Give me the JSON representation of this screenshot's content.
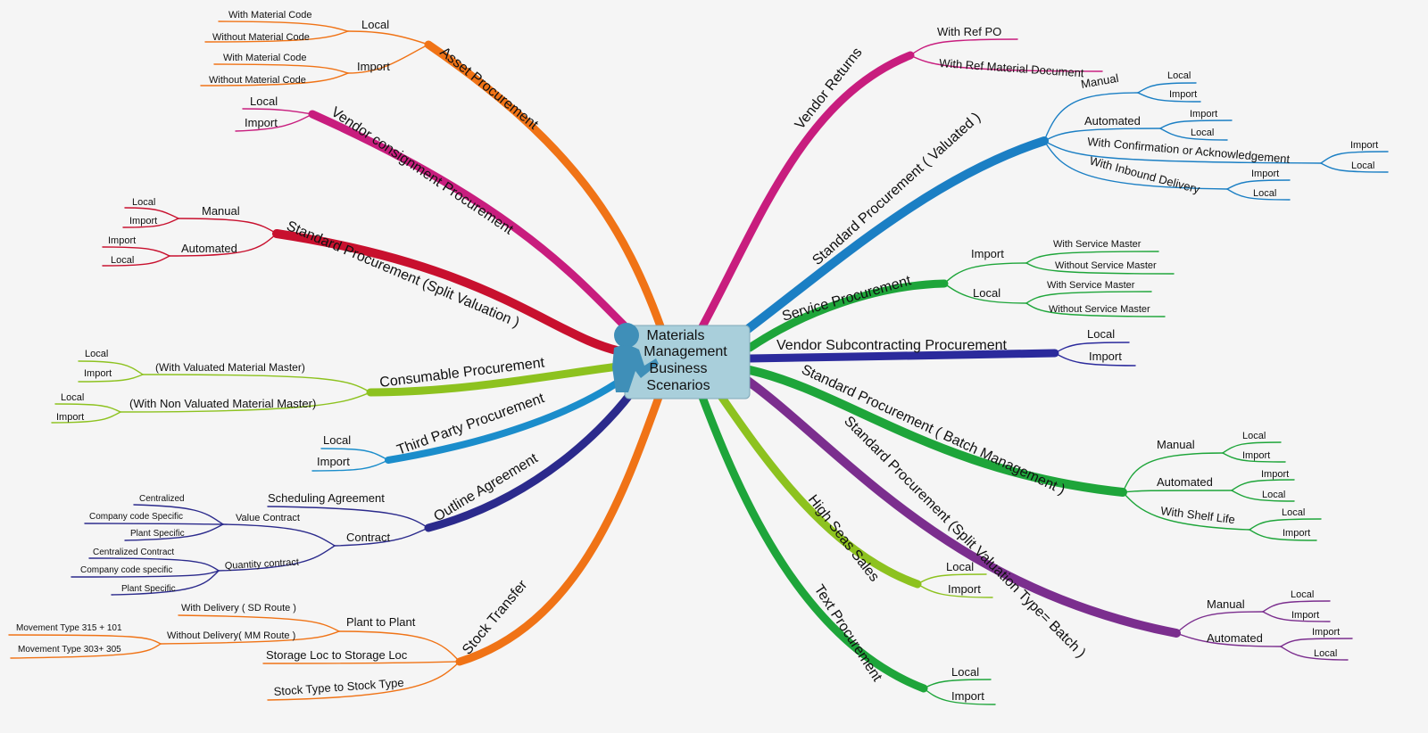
{
  "center": {
    "lines": [
      "Materials",
      "Management",
      "Business",
      "Scenarios"
    ]
  },
  "branches": {
    "asset": {
      "title": "Asset Procurement",
      "color": "#f07316",
      "local": "Local",
      "import": "Import",
      "l_with": "With Material Code",
      "l_without": "Without Material Code",
      "i_with": "With Material Code",
      "i_without": "Without Material Code"
    },
    "consign": {
      "title": "Vendor consignment Procurement",
      "color": "#c81d7e",
      "local": "Local",
      "import": "Import"
    },
    "split": {
      "title": "Standard Procurement (Split Valuation )",
      "color": "#c8102e",
      "manual": "Manual",
      "automated": "Automated",
      "m_local": "Local",
      "m_import": "Import",
      "a_import": "Import",
      "a_local": "Local"
    },
    "consumable": {
      "title": "Consumable Procurement",
      "color": "#8dc21f",
      "valuated": "(With Valuated Material Master)",
      "nonvaluated": "(With Non Valuated Material Master)",
      "v_local": "Local",
      "v_import": "Import",
      "n_local": "Local",
      "n_import": "Import"
    },
    "thirdparty": {
      "title": "Third Party Procurement",
      "color": "#1b8dcb",
      "local": "Local",
      "import": "Import"
    },
    "outline": {
      "title": "Outline Agreement",
      "color": "#2b2a8c",
      "scheduling": "Scheduling Agreement",
      "contract": "Contract",
      "value": "Value Contract",
      "quantity": "Quantity contract",
      "v1": "Centralized",
      "v2": "Company code Specific",
      "v3": "Plant Specific",
      "q1": "Centralized Contract",
      "q2": "Company code specific",
      "q3": "Plant Specific"
    },
    "stock": {
      "title": "Stock Transfer",
      "color": "#f07316",
      "p2p": "Plant to Plant",
      "storage": "Storage Loc to Storage Loc",
      "stocktype": "Stock Type to Stock Type",
      "withdel": "With Delivery ( SD Route )",
      "withoutdel": "Without Delivery( MM Route )",
      "mt1": "Movement Type 315 + 101",
      "mt2": "Movement Type 303+ 305"
    },
    "returns": {
      "title": "Vendor Returns",
      "color": "#c81d7e",
      "refpo": "With Ref PO",
      "refdoc": "With Ref Material Document"
    },
    "valuated": {
      "title": "Standard Procurement ( Valuated )",
      "color": "#1b7fc4",
      "manual": "Manual",
      "automated": "Automated",
      "confirm": "With Confirmation or Acknowledgement",
      "inbound": "With Inbound Delivery",
      "m_local": "Local",
      "m_import": "Import",
      "a_import": "Import",
      "a_local": "Local",
      "c_import": "Import",
      "c_local": "Local",
      "i_import": "Import",
      "i_local": "Local"
    },
    "service": {
      "title": "Service Procurement",
      "color": "#1ea53a",
      "import": "Import",
      "local": "Local",
      "i_with": "With Service Master",
      "i_without": "Without Service Master",
      "l_with": "With Service Master",
      "l_without": "Without Service Master"
    },
    "subcon": {
      "title": "Vendor Subcontracting Procurement",
      "color": "#2b2a9c",
      "local": "Local",
      "import": "Import"
    },
    "batch": {
      "title": "Standard Procurement ( Batch Management )",
      "color": "#1ea53a",
      "manual": "Manual",
      "automated": "Automated",
      "shelf": "With Shelf Life",
      "m_local": "Local",
      "m_import": "Import",
      "a_import": "Import",
      "a_local": "Local",
      "s_local": "Local",
      "s_import": "Import"
    },
    "splitbatch": {
      "title": "Standard Procurement (Split Valuation Type= Batch )",
      "color": "#7b2e8e",
      "manual": "Manual",
      "automated": "Automated",
      "m_local": "Local",
      "m_import": "Import",
      "a_import": "Import",
      "a_local": "Local"
    },
    "highseas": {
      "title": "High Seas Sales",
      "color": "#8dc21f",
      "local": "Local",
      "import": "Import"
    },
    "text": {
      "title": "Text Procurement",
      "color": "#1ea53a",
      "local": "Local",
      "import": "Import"
    }
  }
}
